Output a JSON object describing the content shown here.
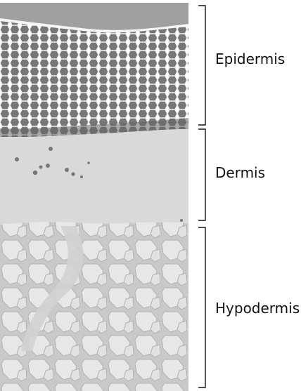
{
  "labels": {
    "epidermis": "Epidermis",
    "dermis": "Dermis",
    "hypodermis": "Hypodermis"
  },
  "colors": {
    "stratum_corneum": "#9a9a9a",
    "epidermis_cells": "#777777",
    "cell_borders": "#f2f2f2",
    "dermis": "#d9d9d9",
    "hypodermis_background": "#c9c9c9",
    "fat_cells": "#e7e7e7",
    "bracket": "#111111"
  }
}
